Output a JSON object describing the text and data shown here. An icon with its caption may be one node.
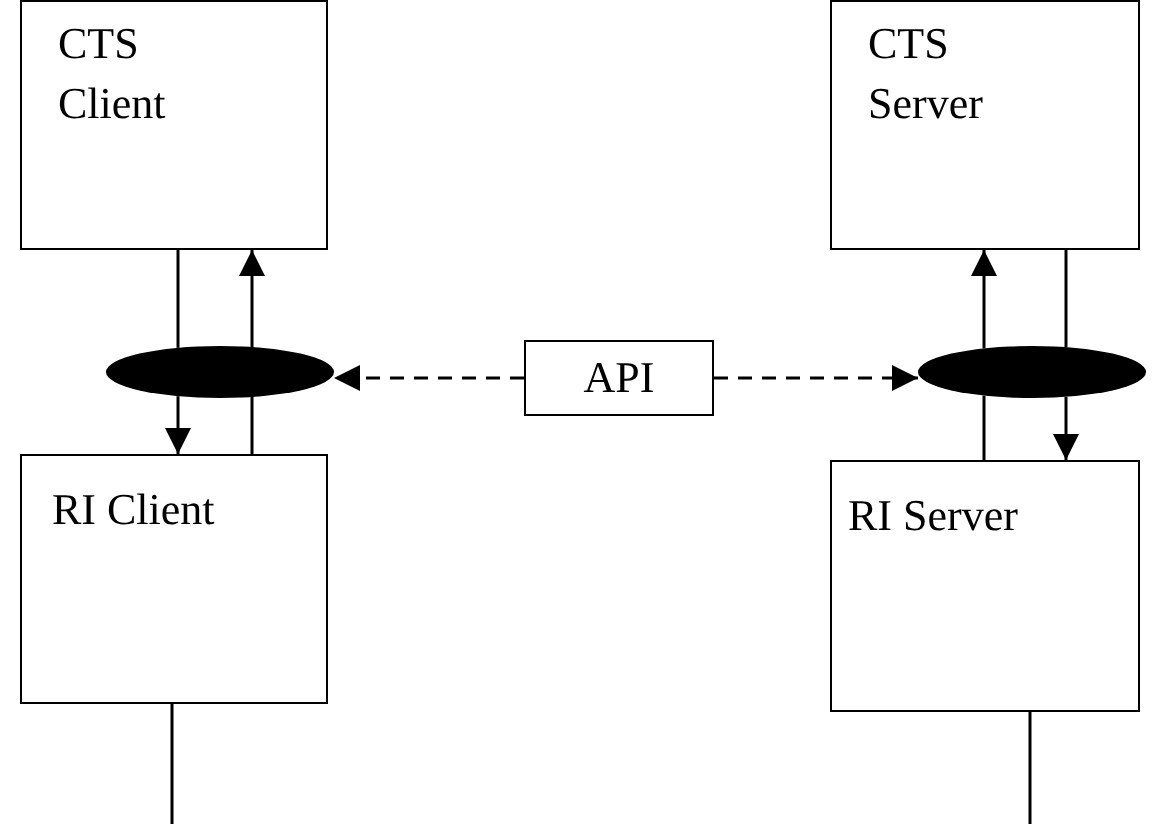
{
  "diagram": {
    "nodes": [
      {
        "text": [
          "CTS Client"
        ]
      },
      {
        "text": [
          "CTS Server"
        ]
      },
      {
        "text": [
          "API"
        ]
      },
      {
        "text": [
          "RI Client"
        ]
      },
      {
        "text": [
          "RI Server"
        ]
      },
      {
        "text": [],
        "shape": "ellipse"
      },
      {
        "text": [],
        "shape": "ellipse"
      }
    ],
    "edges": [
      {
        "from": 0,
        "to": 5,
        "arrow": "none"
      },
      {
        "from": 5,
        "to": 3,
        "arrow": "to"
      },
      {
        "from": 3,
        "to": 5,
        "arrow": "none"
      },
      {
        "from": 5,
        "to": 0,
        "arrow": "to"
      },
      {
        "from": 1,
        "to": 6,
        "arrow": "none"
      },
      {
        "from": 6,
        "to": 4,
        "arrow": "to"
      },
      {
        "from": 4,
        "to": 6,
        "arrow": "none"
      },
      {
        "from": 6,
        "to": 1,
        "arrow": "to"
      },
      {
        "from": 2,
        "to": 5,
        "arrow": "to",
        "style": "dashed"
      },
      {
        "from": 2,
        "to": 6,
        "arrow": "to",
        "style": "dashed"
      },
      {
        "from": 3,
        "to": null,
        "arrow": "none"
      },
      {
        "from": 4,
        "to": null,
        "arrow": "none"
      }
    ]
  }
}
